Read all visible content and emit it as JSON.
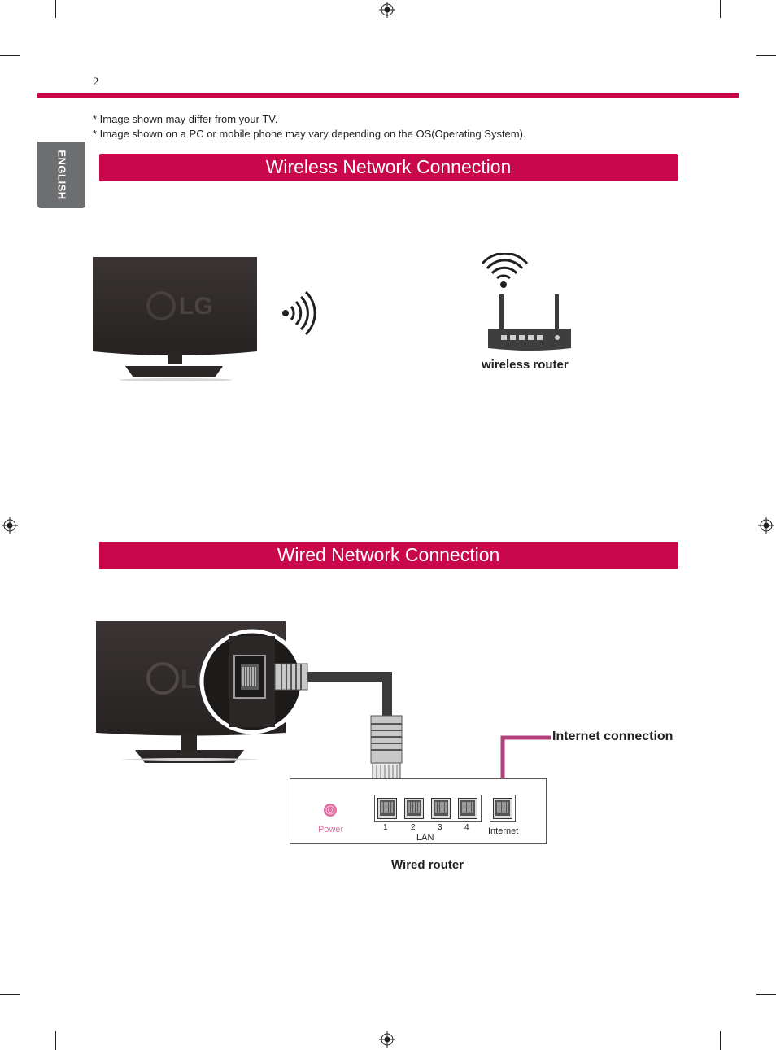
{
  "page": {
    "number": "2",
    "language_tab": "ENGLISH",
    "notes": [
      "* Image shown may differ from your TV.",
      "* Image shown on a PC or mobile phone may vary depending on the OS(Operating System)."
    ]
  },
  "wireless": {
    "title": "Wireless Network Connection",
    "router_label": "wireless router"
  },
  "wired": {
    "title": "Wired Network Connection",
    "internet_connection_label": "Internet connection",
    "router_label": "Wired router",
    "router": {
      "power_label": "Power",
      "lan_ports": [
        "1",
        "2",
        "3",
        "4"
      ],
      "lan_label": "LAN",
      "internet_port_label": "Internet"
    }
  },
  "colors": {
    "accent": "#c8084b",
    "tab_gray": "#6d6e70",
    "tv_body": "#2f2a2a",
    "power_pink": "#e26ea5",
    "cable_pink": "#b0437b"
  },
  "icons": {
    "wifi_signal": "wifi-signal-icon",
    "registration_mark": "registration-mark-icon",
    "lg_logo": "lg-logo-icon",
    "ethernet_port": "ethernet-port-icon",
    "ethernet_plug": "ethernet-plug-icon"
  }
}
